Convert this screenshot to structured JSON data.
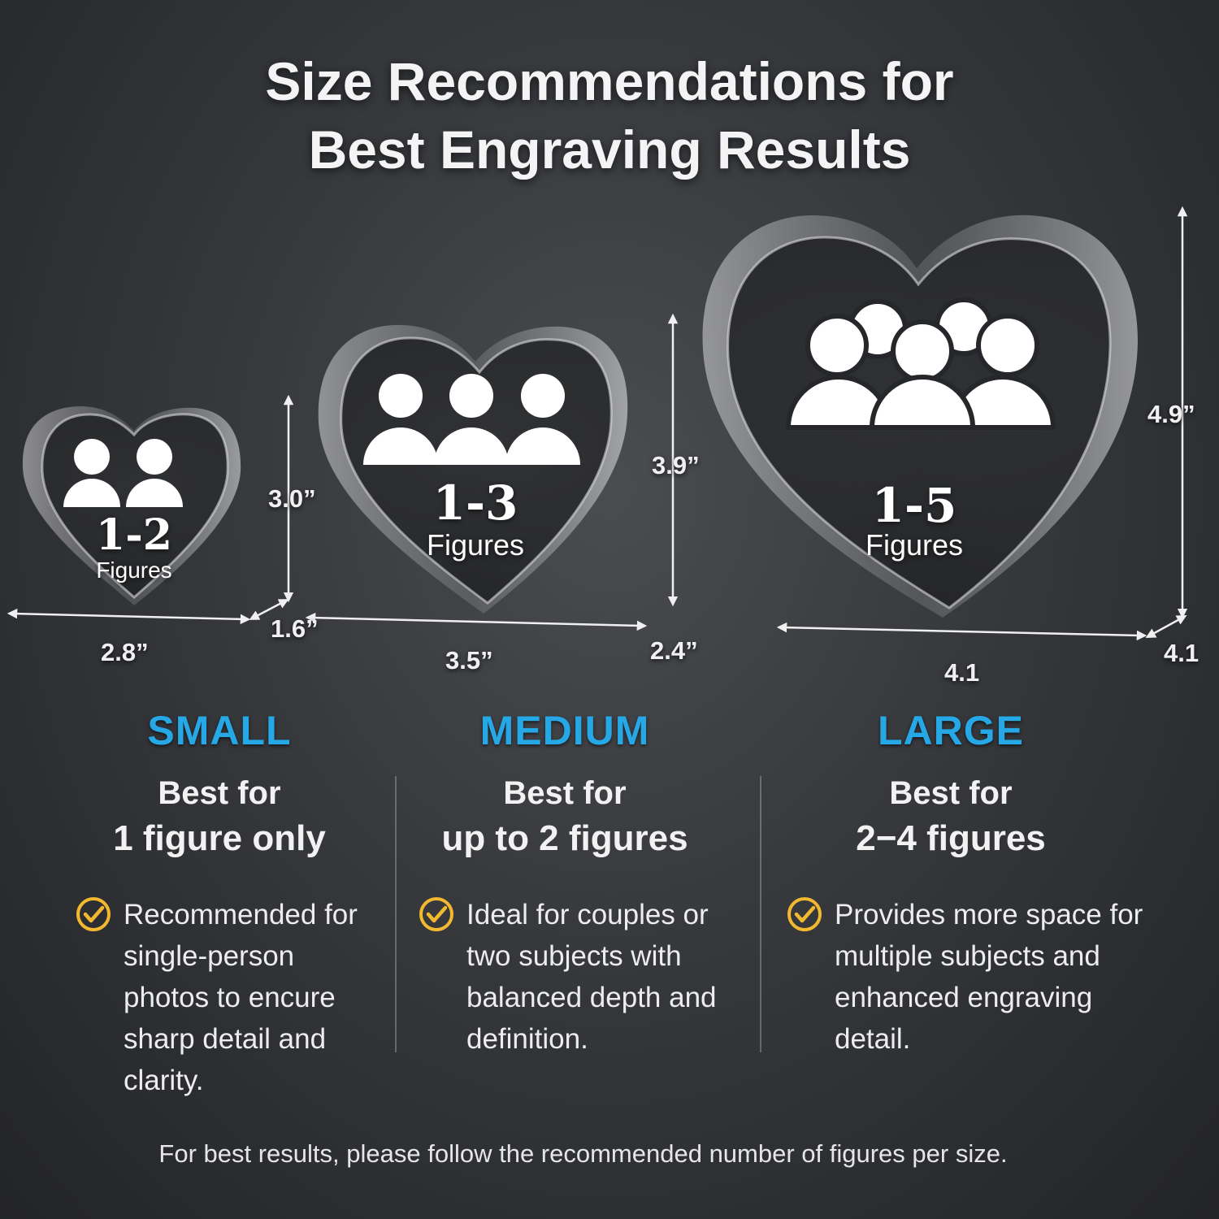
{
  "title": {
    "line1": "Size Recommendations for",
    "line2": "Best Engraving Results"
  },
  "products": [
    {
      "figures_range": "1-2",
      "figures_label": "Figures",
      "width": "2.8”",
      "height": "3.0”",
      "depth": "1.6”",
      "size_name": "SMALL",
      "best_for": "Best for",
      "best_count": "1 figure only",
      "benefit": "Recommended for single-person photos to encure sharp detail and clarity.",
      "icon": "two-people-icon"
    },
    {
      "figures_range": "1-3",
      "figures_label": "Figures",
      "width": "3.5”",
      "height": "3.9”",
      "depth": "2.4”",
      "size_name": "MEDIUM",
      "best_for": "Best for",
      "best_count": "up to 2 figures",
      "benefit": "Ideal for couples or two subjects with balanced depth and definition.",
      "icon": "three-people-icon"
    },
    {
      "figures_range": "1-5",
      "figures_label": "Figures",
      "width": "4.1",
      "height": "4.9”",
      "depth": "4.1",
      "size_name": "LARGE",
      "best_for": "Best for",
      "best_count": "2−4 figures",
      "benefit": "Provides more space for multiple subjects and enhanced engraving detail.",
      "icon": "five-people-icon"
    }
  ],
  "footer": "For best results, please follow the recommended number of figures per size.",
  "colors": {
    "accent": "#27a8e6",
    "check": "#f2b830",
    "background": "#36383c"
  }
}
